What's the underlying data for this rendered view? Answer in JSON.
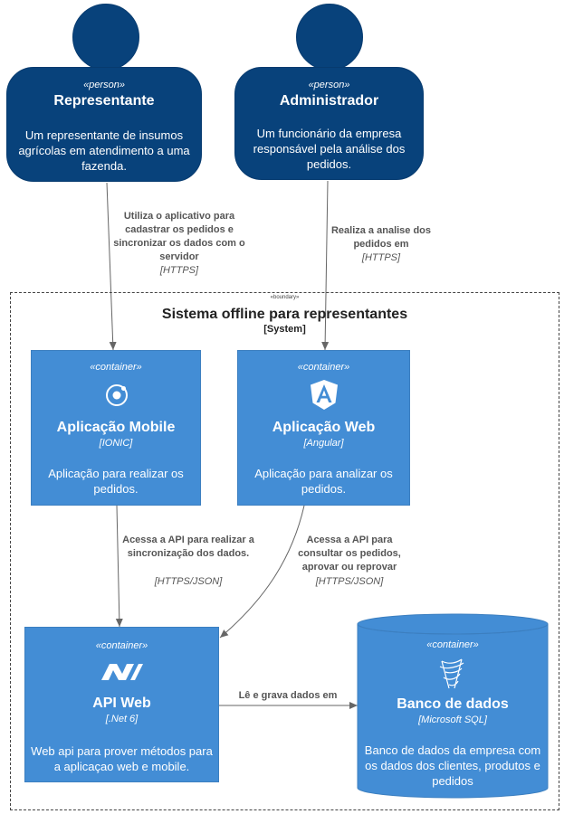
{
  "persons": [
    {
      "stereotype": "«person»",
      "name": "Representante",
      "description": "Um representante de insumos agrícolas em atendimento a uma fazenda."
    },
    {
      "stereotype": "«person»",
      "name": "Administrador",
      "description": "Um funcionário da empresa responsável pela análise dos pedidos."
    }
  ],
  "boundary": {
    "tag": "«boundary»",
    "title": "Sistema offline para representantes",
    "type": "[System]"
  },
  "containers": [
    {
      "stereotype": "«container»",
      "name": "Aplicação Mobile",
      "tech": "[IONIC]",
      "description": "Aplicação para realizar os pedidos.",
      "icon": "ionic-icon"
    },
    {
      "stereotype": "«container»",
      "name": "Aplicação Web",
      "tech": "[Angular]",
      "description": "Aplicação para analizar os pedidos.",
      "icon": "angular-icon"
    },
    {
      "stereotype": "«container»",
      "name": "API Web",
      "tech": "[.Net 6]",
      "description": "Web api para prover métodos para a aplicaçao web e mobile.",
      "icon": "dotnet-icon"
    },
    {
      "stereotype": "«container»",
      "name": "Banco de dados",
      "tech": "[Microsoft SQL]",
      "description": "Banco de dados da empresa com os dados dos clientes, produtos e pedidos",
      "icon": "sql-server-icon"
    }
  ],
  "relations": [
    {
      "label": "Utiliza o aplicativo para cadastrar os pedidos e sincronizar os dados com o servidor",
      "tech": "[HTTPS]"
    },
    {
      "label": "Realiza a analise dos pedidos em",
      "tech": "[HTTPS]"
    },
    {
      "label": "Acessa a API para realizar a sincronização dos dados.",
      "tech": "[HTTPS/JSON]"
    },
    {
      "label": "Acessa a API para consultar os pedidos, aprovar ou reprovar",
      "tech": "[HTTPS/JSON]"
    },
    {
      "label": "Lê e grava dados em",
      "tech": ""
    }
  ],
  "colors": {
    "person": "#08427b",
    "container": "#438dd5",
    "edge": "#666666",
    "icon": "#ffffff"
  }
}
